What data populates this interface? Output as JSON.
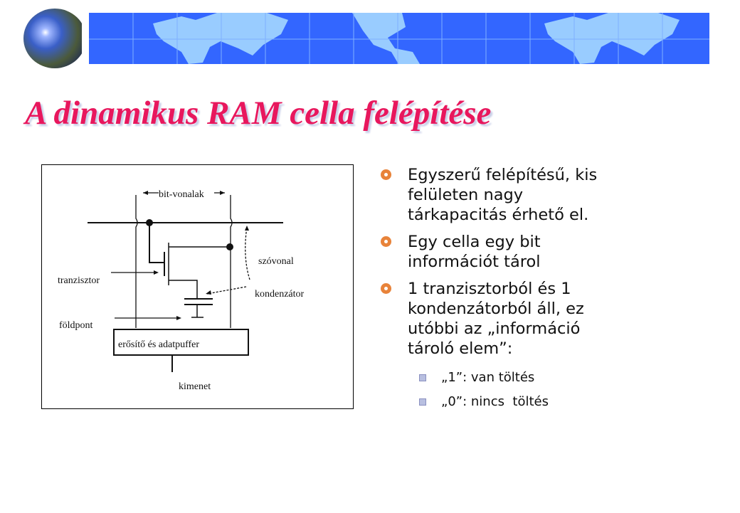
{
  "title": "A dinamikus RAM cella felépítése",
  "diagram": {
    "labels": {
      "bit_lines": "bit-vonalak",
      "word_line": "szóvonal",
      "transistor": "tranzisztor",
      "capacitor": "kondenzátor",
      "ground": "földpont",
      "amplifier": "erősítő és adatpuffer",
      "output": "kimenet"
    }
  },
  "bullets": [
    {
      "lines": [
        "Egyszerű felépítésű, kis",
        "felületen nagy",
        "tárkapacitás érhető el."
      ]
    },
    {
      "lines": [
        "Egy cella egy bit",
        "információt tárol"
      ]
    },
    {
      "lines": [
        "1 tranzisztorból és 1",
        "kondenzátorból áll, ez",
        "utóbbi az „információ",
        "tároló elem”:"
      ]
    }
  ],
  "sub_bullets": [
    "„1”: van töltés",
    "„0”: nincs  töltés"
  ],
  "colors": {
    "title": "#e8175d",
    "banner": "#3366ff",
    "bullet": "#e8833a"
  }
}
